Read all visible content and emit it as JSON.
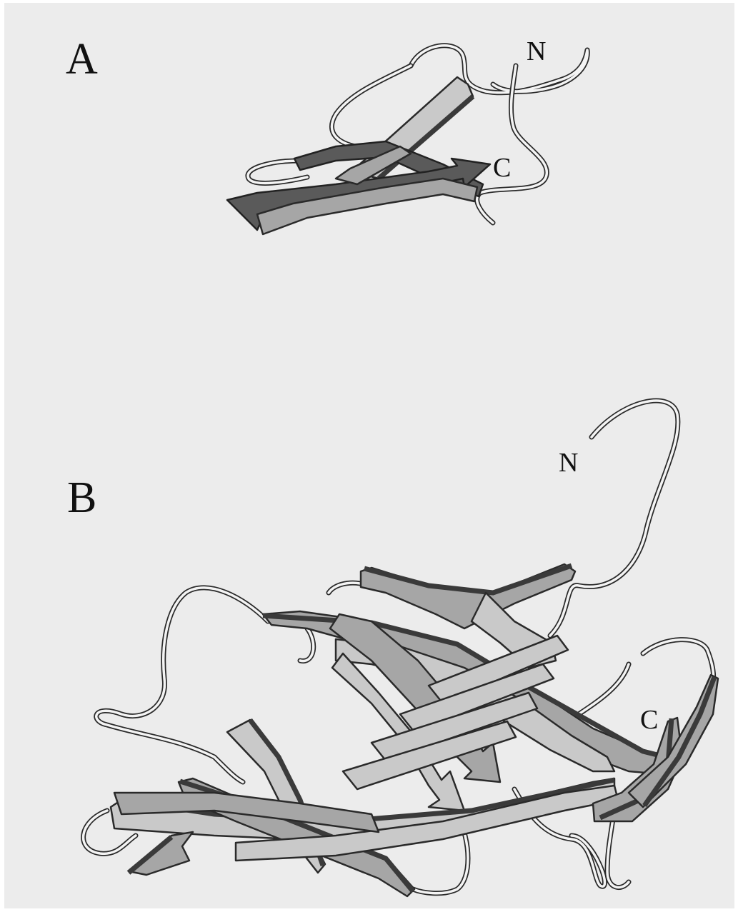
{
  "panels": [
    {
      "id": "A",
      "letter": "A",
      "n_label": "N",
      "c_label": "C"
    },
    {
      "id": "B",
      "letter": "B",
      "n_label": "N",
      "c_label": "C"
    }
  ]
}
